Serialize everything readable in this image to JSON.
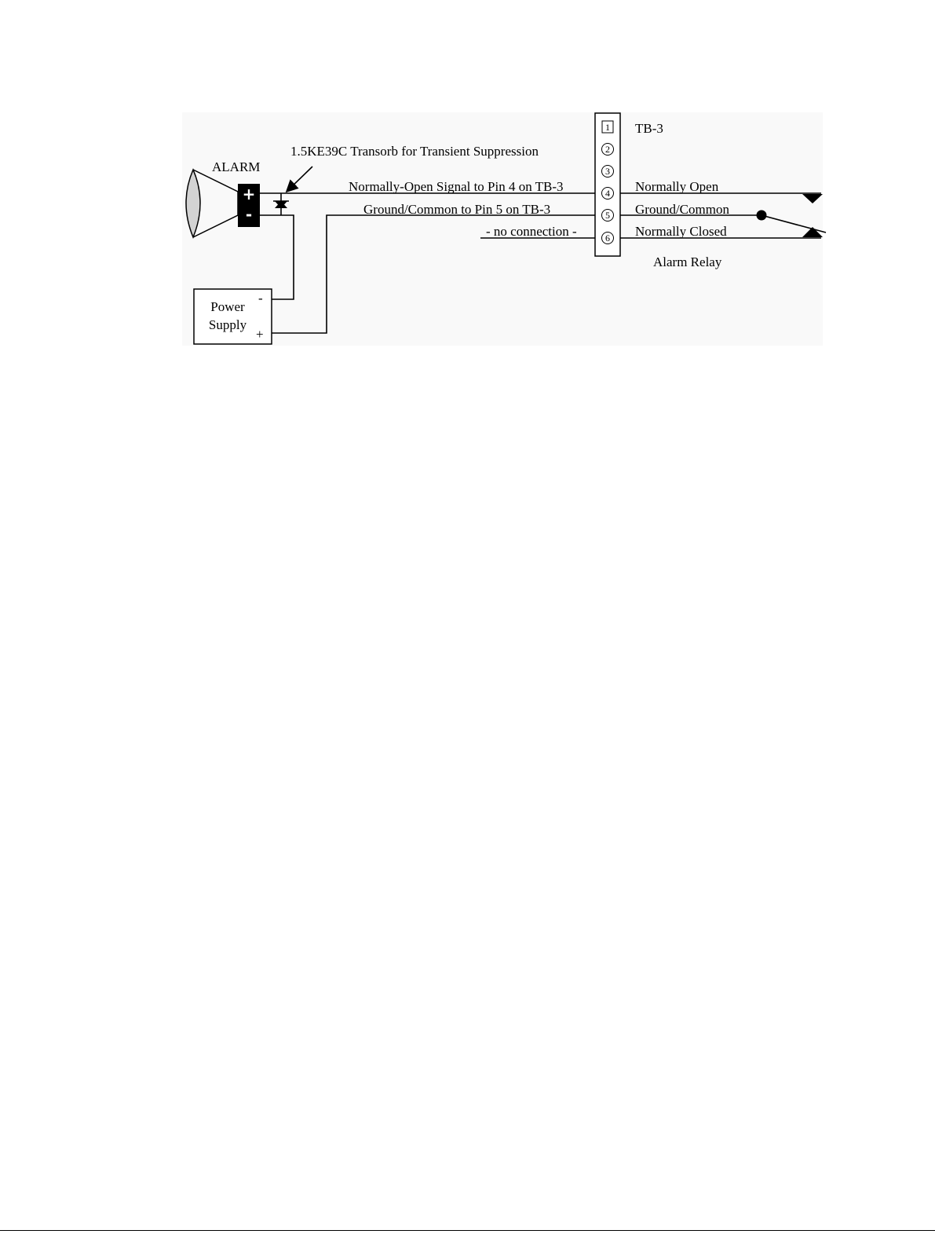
{
  "diagram": {
    "alarm_label": "ALARM",
    "plus_sign": "+",
    "minus_sign": "-",
    "transorb_label": "1.5KE39C Transorb for Transient Suppression",
    "wire_no_label": "Normally-Open Signal to Pin 4 on TB-3",
    "wire_gnd_label": "Ground/Common to Pin 5 on TB-3",
    "wire_nc_label": "- no connection -",
    "power_supply": {
      "line1": "Power",
      "line2": "Supply",
      "minus": "-",
      "plus": "+"
    },
    "terminal_block": {
      "name": "TB-3",
      "pins": [
        "1",
        "2",
        "3",
        "4",
        "5",
        "6"
      ]
    },
    "relay": {
      "normally_open": "Normally Open",
      "ground_common": "Ground/Common",
      "normally_closed": "Normally Closed",
      "name": "Alarm Relay"
    },
    "colors": {
      "panel_bg": "#f9f9f9",
      "speaker_fill": "#d3d3d3",
      "line": "#000000"
    }
  }
}
